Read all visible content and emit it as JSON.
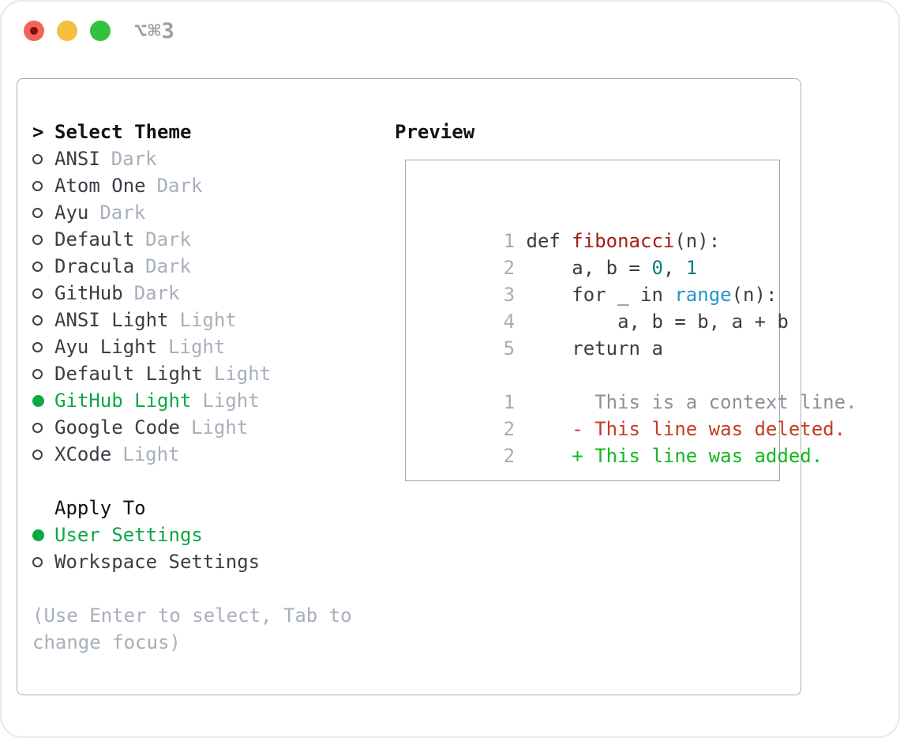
{
  "window": {
    "title": "⌥⌘3"
  },
  "colors": {
    "accent_selected_green": "#0ba844",
    "diff_added_green": "#13b81f",
    "diff_deleted_red": "#c53b24",
    "function_red": "#a31d14",
    "builtin_blue": "#1f97cf",
    "number_teal": "#0e7d83",
    "muted_gray": "#a7afbb",
    "text_dark": "#383e45"
  },
  "theme_picker": {
    "header": {
      "marker": ">",
      "label": "Select Theme"
    },
    "themes": [
      {
        "name": "ANSI",
        "variant": "Dark",
        "selected": false
      },
      {
        "name": "Atom One",
        "variant": "Dark",
        "selected": false
      },
      {
        "name": "Ayu",
        "variant": "Dark",
        "selected": false
      },
      {
        "name": "Default",
        "variant": "Dark",
        "selected": false
      },
      {
        "name": "Dracula",
        "variant": "Dark",
        "selected": false
      },
      {
        "name": "GitHub",
        "variant": "Dark",
        "selected": false
      },
      {
        "name": "ANSI Light",
        "variant": "Light",
        "selected": false
      },
      {
        "name": "Ayu Light",
        "variant": "Light",
        "selected": false
      },
      {
        "name": "Default Light",
        "variant": "Light",
        "selected": false
      },
      {
        "name": "GitHub Light",
        "variant": "Light",
        "selected": true
      },
      {
        "name": "Google Code",
        "variant": "Light",
        "selected": false
      },
      {
        "name": "XCode",
        "variant": "Light",
        "selected": false
      }
    ],
    "apply_to": {
      "label": "Apply To",
      "options": [
        {
          "name": "User Settings",
          "selected": true
        },
        {
          "name": "Workspace Settings",
          "selected": false
        }
      ]
    },
    "hint_line1": "(Use Enter to select, Tab to",
    "hint_line2": "change focus)"
  },
  "preview": {
    "title": "Preview",
    "code": [
      {
        "n": "1",
        "s": [
          {
            "t": " def "
          },
          {
            "t": "fibonacci"
          },
          {
            "t": "(n):"
          }
        ]
      },
      {
        "n": "2",
        "s": [
          {
            "t": "     a, b = "
          },
          {
            "t": "0"
          },
          {
            "t": ", "
          },
          {
            "t": "1"
          }
        ]
      },
      {
        "n": "3",
        "s": [
          {
            "t": "     for _ in "
          },
          {
            "t": "range"
          },
          {
            "t": "(n):"
          }
        ]
      },
      {
        "n": "4",
        "s": [
          {
            "t": "         a, b = b, a + b"
          }
        ]
      },
      {
        "n": "5",
        "s": [
          {
            "t": "     return a"
          }
        ]
      },
      {
        "n": "1",
        "s": [
          {
            "t": "       This is a context line."
          }
        ]
      },
      {
        "n": "2",
        "s": [
          {
            "t": "     - This line was deleted."
          }
        ]
      },
      {
        "n": "2",
        "s": [
          {
            "t": "     + This line was added."
          }
        ]
      }
    ]
  }
}
